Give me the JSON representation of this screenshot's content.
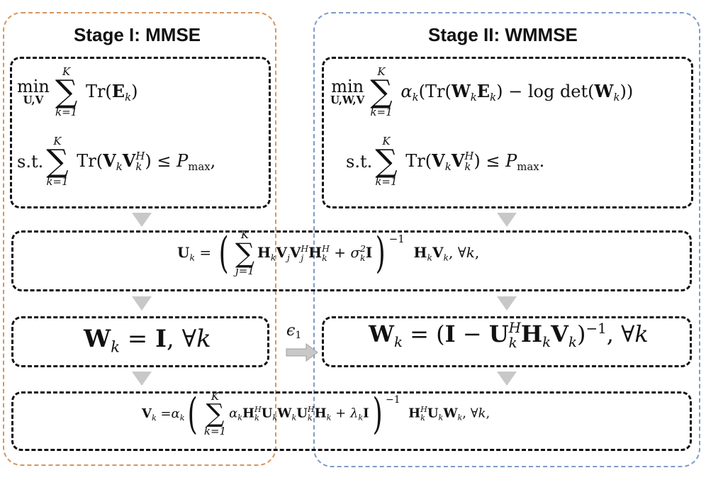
{
  "stage1": {
    "title": "Stage I: MMSE",
    "color": "#d6955f"
  },
  "stage2": {
    "title": "Stage II: WMMSE",
    "color": "#7f9ac6"
  },
  "arrow": {
    "label": "ϵ1"
  },
  "math": {
    "min": "min",
    "st": "s.t.",
    "K": "K",
    "k1": "k=1",
    "j1": "j=1",
    "uv": "U,V",
    "uwv": "U,W,V",
    "tr": "Tr",
    "logdet": "log det",
    "leq": "≤",
    "Pmax": "P",
    "maxsub": "max",
    "forallk": "∀k"
  }
}
